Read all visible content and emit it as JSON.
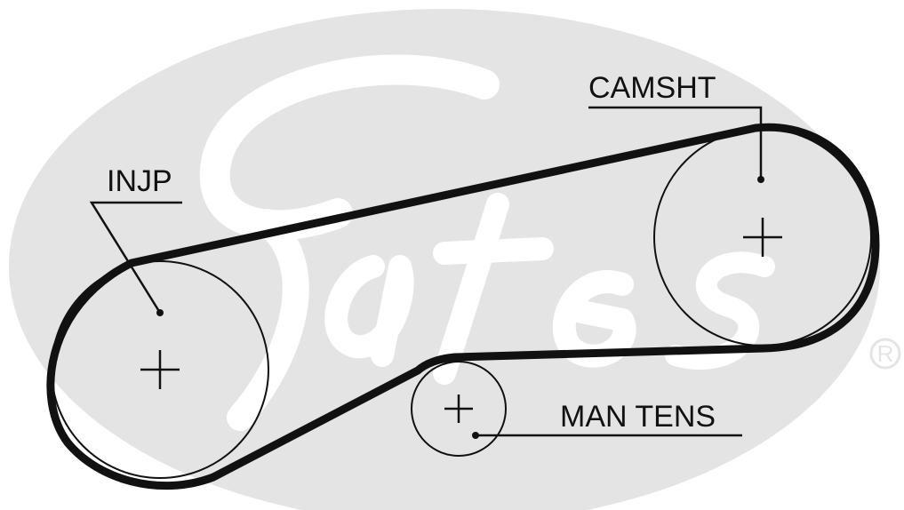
{
  "watermark": {
    "logo_text": "Gates",
    "registered_mark": "R",
    "color": "#e4e4e4"
  },
  "labels": {
    "camshaft": "CAMSHT",
    "injection_pump": "INJP",
    "manual_tensioner": "MAN TENS"
  },
  "colors": {
    "belt": "#111111",
    "lines": "#111111",
    "background": "#ffffff"
  }
}
